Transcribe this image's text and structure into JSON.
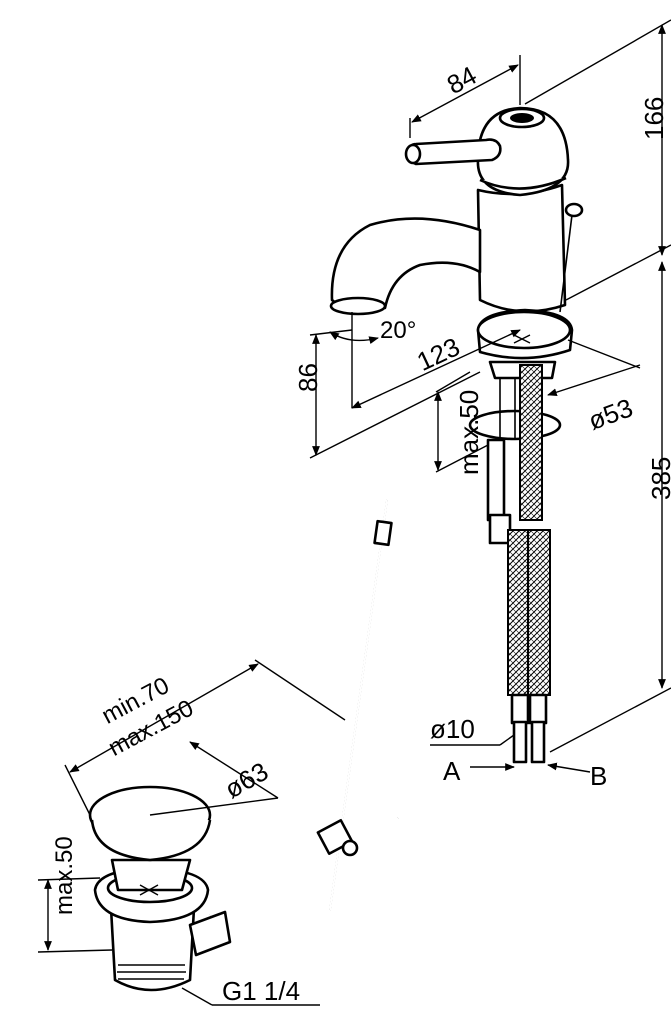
{
  "dimensions": {
    "handle_width": "84",
    "top_height": "166",
    "spout_angle": "20°",
    "spout_reach": "123",
    "spout_height": "86",
    "base_diameter": "ø53",
    "deck_thickness": "max.50",
    "hose_length": "385",
    "hose_diameter": "ø10",
    "connection_a": "A",
    "connection_b": "B",
    "rod_distance_min": "min.70",
    "rod_distance_max": "max.150",
    "waste_diameter": "ø63",
    "waste_height": "max.50",
    "waste_thread": "G1 1/4"
  },
  "icons": [
    "faucet-drawing",
    "pop-up-waste-drawing",
    "flexible-hose-drawing"
  ]
}
